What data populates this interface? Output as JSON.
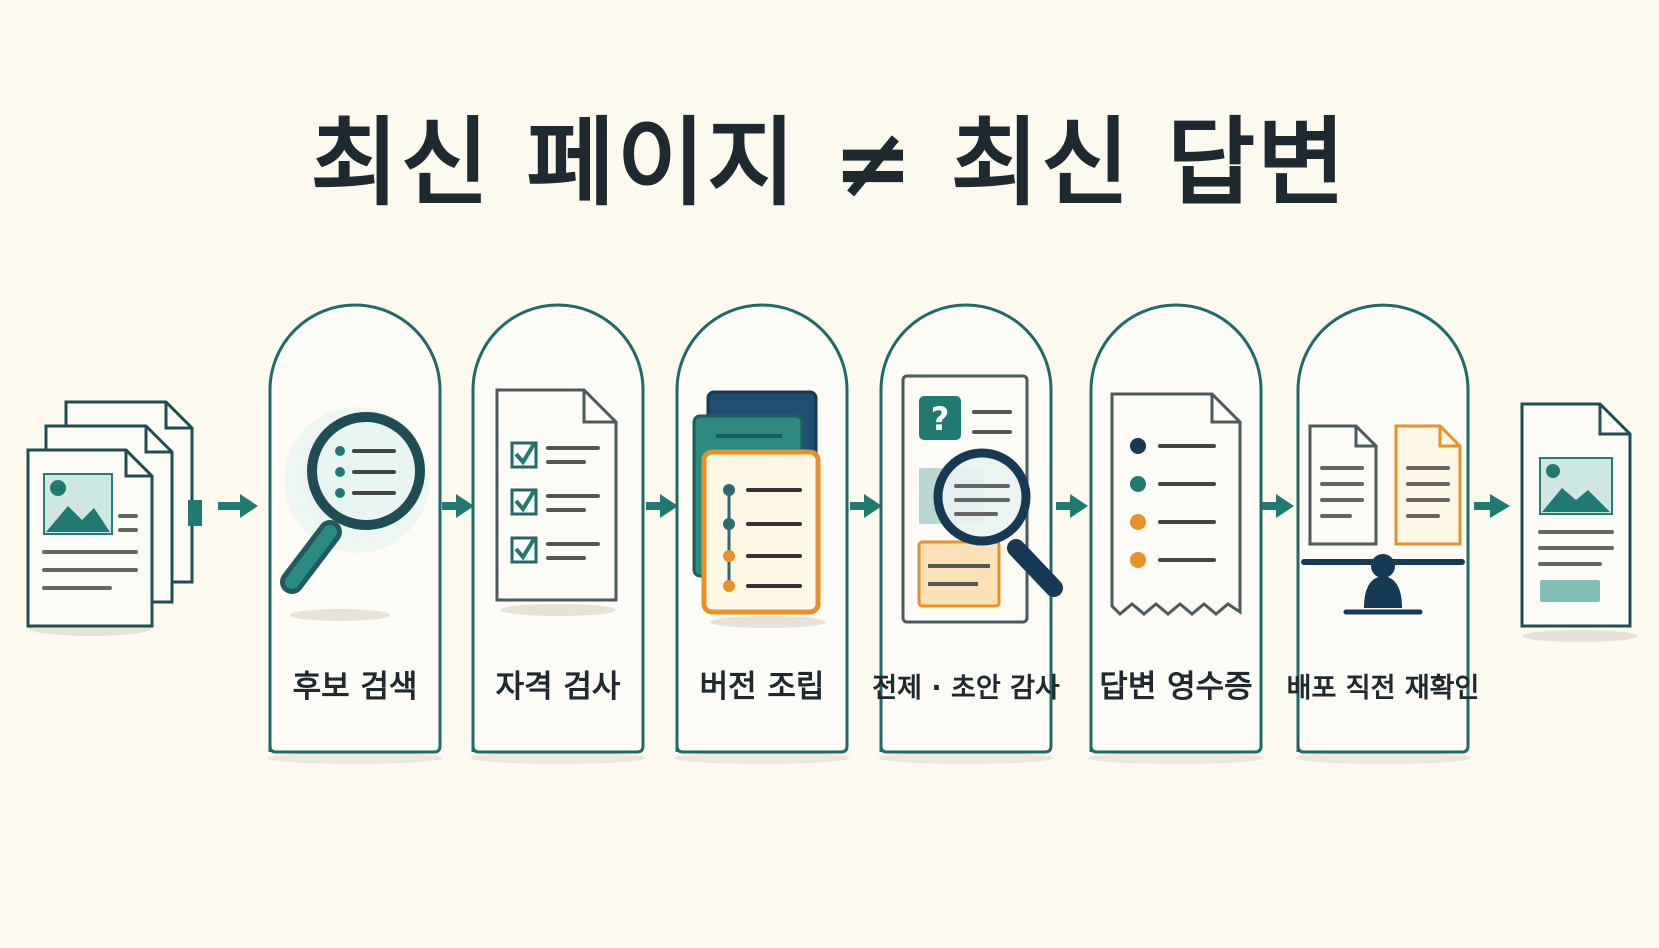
{
  "title": "최신 페이지 ≠ 최신 답변",
  "stages": [
    {
      "label": "후보 검색",
      "icon": "magnifier-list-icon"
    },
    {
      "label": "자격 검사",
      "icon": "checklist-document-icon"
    },
    {
      "label": "버전 조립",
      "icon": "stacked-versions-icon"
    },
    {
      "label": "전제 · 초안 감사",
      "icon": "audit-magnifier-icon"
    },
    {
      "label": "답변 영수증",
      "icon": "receipt-icon"
    },
    {
      "label": "배포 직전 재확인",
      "icon": "balance-compare-icon"
    }
  ],
  "input_icon": "document-stack-icon",
  "output_icon": "final-document-icon",
  "colors": {
    "background": "#fcf9ef",
    "teal": "#1f7a72",
    "navy": "#16405e",
    "orange": "#e8902a",
    "text": "#1e2a30"
  }
}
